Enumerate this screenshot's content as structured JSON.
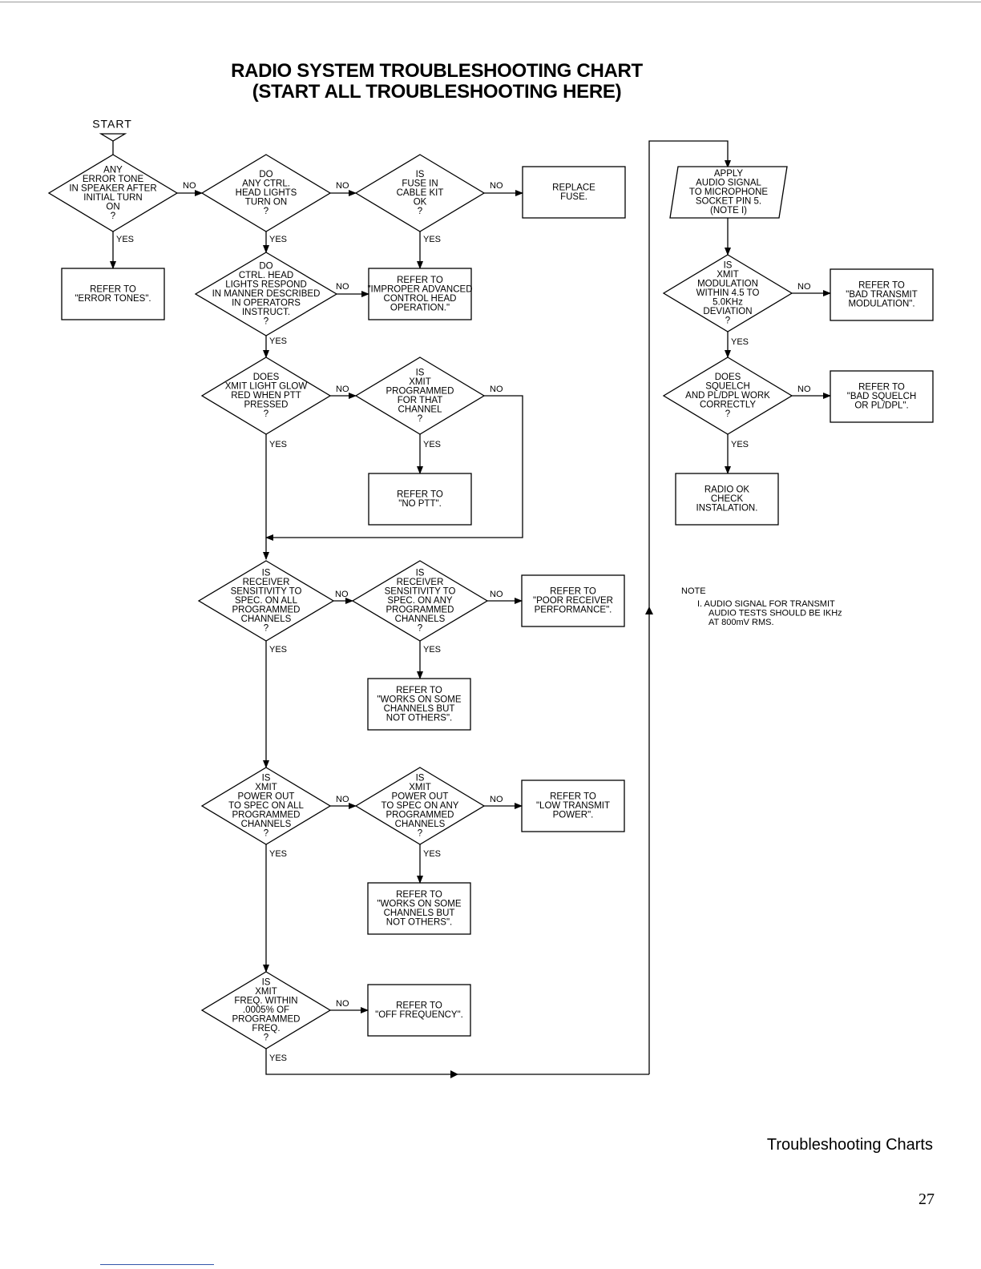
{
  "title": {
    "line1": "RADIO SYSTEM TROUBLESHOOTING CHART",
    "line2": "(START ALL TROUBLESHOOTING HERE)"
  },
  "start_label": "START",
  "edge_labels": {
    "yes": "YES",
    "no": "NO"
  },
  "nodes": {
    "d_error_tone": [
      "ANY",
      "ERROR TONE",
      "IN SPEAKER AFTER",
      "INITIAL TURN",
      "ON",
      "?"
    ],
    "b_error_tones": [
      "REFER TO",
      "\"ERROR TONES\"."
    ],
    "d_head_lights": [
      "DO",
      "ANY CTRL.",
      "HEAD LIGHTS",
      "TURN ON",
      "?"
    ],
    "d_fuse": [
      "IS",
      "FUSE IN",
      "CABLE KIT",
      "OK",
      "?"
    ],
    "b_replace_fuse": [
      "REPLACE",
      "FUSE."
    ],
    "d_head_respond": [
      "DO",
      "CTRL. HEAD",
      "LIGHTS RESPOND",
      "IN MANNER DESCRIBED",
      "IN OPERATORS",
      "INSTRUCT.",
      "?"
    ],
    "b_improper": [
      "REFER TO",
      "\"IMPROPER ADVANCED",
      "CONTROL HEAD",
      "OPERATION.\""
    ],
    "d_xmit_light": [
      "DOES",
      "XMIT LIGHT GLOW",
      "RED WHEN PTT",
      "PRESSED",
      "?"
    ],
    "d_xmit_programmed": [
      "IS",
      "XMIT",
      "PROGRAMMED",
      "FOR THAT",
      "CHANNEL",
      "?"
    ],
    "b_no_ptt": [
      "REFER TO",
      "\"NO PTT\"."
    ],
    "d_rx_all": [
      "IS",
      "RECEIVER",
      "SENSITIVITY TO",
      "SPEC. ON ALL",
      "PROGRAMMED",
      "CHANNELS",
      "?"
    ],
    "d_rx_any": [
      "IS",
      "RECEIVER",
      "SENSITIVITY TO",
      "SPEC. ON ANY",
      "PROGRAMMED",
      "CHANNELS",
      "?"
    ],
    "b_poor_rx": [
      "REFER TO",
      "\"POOR RECEIVER",
      "PERFORMANCE\"."
    ],
    "b_works_some_1": [
      "REFER TO",
      "\"WORKS ON SOME",
      "CHANNELS BUT",
      "NOT OTHERS\"."
    ],
    "d_pwr_all": [
      "IS",
      "XMIT",
      "POWER OUT",
      "TO SPEC ON ALL",
      "PROGRAMMED",
      "CHANNELS",
      "?"
    ],
    "d_pwr_any": [
      "IS",
      "XMIT",
      "POWER OUT",
      "TO SPEC ON ANY",
      "PROGRAMMED",
      "CHANNELS",
      "?"
    ],
    "b_low_power": [
      "REFER TO",
      "\"LOW TRANSMIT",
      "POWER\"."
    ],
    "b_works_some_2": [
      "REFER TO",
      "\"WORKS ON SOME",
      "CHANNELS BUT",
      "NOT OTHERS\"."
    ],
    "d_freq": [
      "IS",
      "XMIT",
      "FREQ. WITHIN",
      ".0005% OF",
      "PROGRAMMED",
      "FREQ.",
      "?"
    ],
    "b_off_freq": [
      "REFER TO",
      "\"OFF FREQUENCY\"."
    ],
    "p_apply_audio": [
      "APPLY",
      "AUDIO SIGNAL",
      "TO MICROPHONE",
      "SOCKET PIN 5.",
      "(NOTE I)"
    ],
    "d_modulation": [
      "IS",
      "XMIT",
      "MODULATION",
      "WITHIN 4.5 TO",
      "5.0KHz",
      "DEVIATION",
      "?"
    ],
    "b_bad_mod": [
      "REFER TO",
      "\"BAD TRANSMIT",
      "MODULATION\"."
    ],
    "d_squelch": [
      "DOES",
      "SQUELCH",
      "AND PL/DPL WORK",
      "CORRECTLY",
      "?"
    ],
    "b_bad_squelch": [
      "REFER TO",
      "\"BAD SQUELCH",
      "OR PL/DPL\"."
    ],
    "b_radio_ok": [
      "RADIO OK",
      "CHECK",
      "INSTALATION."
    ]
  },
  "note": {
    "heading": "NOTE",
    "lines": [
      "I. AUDIO SIGNAL FOR TRANSMIT",
      "AUDIO TESTS SHOULD BE IKHz",
      "AT 800mV RMS."
    ]
  },
  "footer": {
    "section": "Troubleshooting Charts",
    "page_number": "27"
  }
}
